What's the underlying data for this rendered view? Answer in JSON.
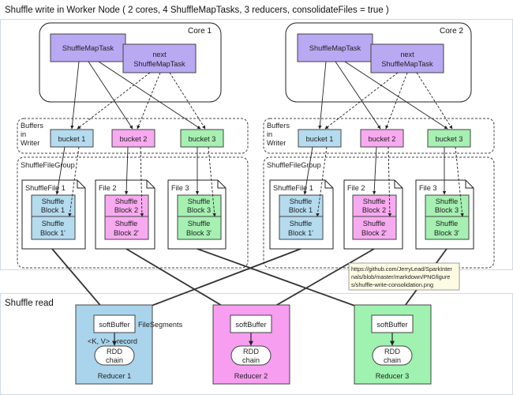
{
  "title": "Shuffle write in Worker Node ( 2 cores, 4 ShuffleMapTasks, 3 reducers, consolidateFiles = true )",
  "shuffle_read_label": "Shuffle read",
  "cores": [
    {
      "label": "Core 1",
      "task": "ShuffleMapTask",
      "next_task_line1": "next",
      "next_task_line2": "ShuffleMapTask"
    },
    {
      "label": "Core 2",
      "task": "ShuffleMapTask",
      "next_task_line1": "next",
      "next_task_line2": "ShuffleMapTask"
    }
  ],
  "buffers_label": [
    "Buffers",
    "in",
    "Writer"
  ],
  "buckets": [
    "bucket 1",
    "bucket 2",
    "bucket 3"
  ],
  "file_group_label": "ShuffleFileGroup",
  "files": [
    {
      "name": "ShuffleFile 1",
      "block_a": [
        "Shuffle",
        "Block 1"
      ],
      "block_b": [
        "Shuffle",
        "Block 1'"
      ]
    },
    {
      "name": "File 2",
      "block_a": [
        "Shuffle",
        "Block 2"
      ],
      "block_b": [
        "Shuffle",
        "Block 2'"
      ]
    },
    {
      "name": "File 3",
      "block_a": [
        "Shuffle",
        "Block 3"
      ],
      "block_b": [
        "Shuffle",
        "Block 3'"
      ]
    }
  ],
  "url_note": [
    "https://github.com/JerryLead/SparkInter",
    "nals/blob/master/markdown/PNGfigure",
    "s/shuffle-write-consolidation.png"
  ],
  "reducers": [
    {
      "label": "Reducer 1",
      "buffer": "softBuffer",
      "rdd": [
        "RDD",
        "chain"
      ]
    },
    {
      "label": "Reducer 2",
      "buffer": "softBuffer",
      "rdd": [
        "RDD",
        "chain"
      ]
    },
    {
      "label": "Reducer 3",
      "buffer": "softBuffer",
      "rdd": [
        "RDD",
        "chain"
      ]
    }
  ],
  "file_segments_label": "FileSegments",
  "kv_label": "<K, V>",
  "record_label": "record",
  "colors": {
    "task": "#b9a8f2",
    "bucket1": "#b5dbef",
    "bucket2": "#f8aaf0",
    "bucket3": "#a6f0b2",
    "reducer1": "#a9d4ec",
    "reducer2": "#f79ef0",
    "reducer3": "#9ff2b0",
    "note": "#fdfbe3"
  }
}
